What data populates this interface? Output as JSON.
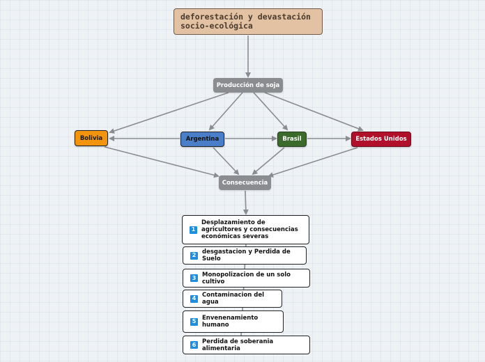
{
  "diagram": {
    "root": "deforestación y devastación socio-ecológica",
    "cause": "Producción de soja",
    "countries": {
      "bolivia": "Bolivia",
      "argentina": "Argentina",
      "brasil": "Brasil",
      "usa": "Estados Unidos"
    },
    "consequence": "Consecuencia",
    "consequences": [
      {
        "num": "1",
        "label": "Desplazamiento de agricultores y consecuencias económicas severas"
      },
      {
        "num": "2",
        "label": "desgastacion y Perdida de Suelo"
      },
      {
        "num": "3",
        "label": "Monopolizacion de un solo cultivo"
      },
      {
        "num": "4",
        "label": "Contaminacion del agua"
      },
      {
        "num": "5",
        "label": "Envenenamiento humano"
      },
      {
        "num": "6",
        "label": "Perdida de soberania alimentaria"
      }
    ]
  },
  "colors": {
    "root": "#e3c2a3",
    "gray_node": "#8a8c90",
    "bolivia": "#f2940d",
    "argentina": "#4a7ec9",
    "brasil": "#3b6a2a",
    "usa": "#b0102a",
    "badge": "#1d8ee0",
    "connector": "#8a8c90"
  }
}
